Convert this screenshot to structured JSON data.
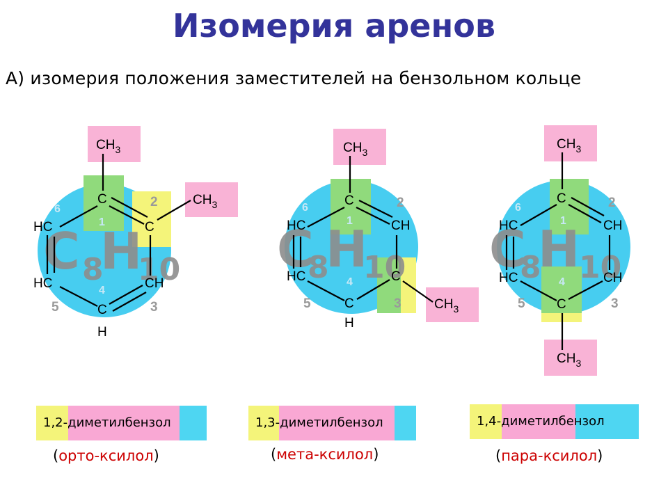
{
  "title": "Изомерия аренов",
  "subtitle": "А) изомерия положения заместителей на бензольном кольце",
  "atoms": {
    "c": "C",
    "hc": "HC",
    "ch": "CH",
    "h": "H",
    "ch3_main": "CH",
    "ch3_sub": "3"
  },
  "formula": {
    "c": "C",
    "c_sub": "8",
    "h": "H",
    "h_sub": "10"
  },
  "ring_numbers": [
    "1",
    "2",
    "3",
    "4",
    "5",
    "6"
  ],
  "isomers": [
    {
      "name": "1,2-диметилбензол",
      "open": "(",
      "trivial": "орто-ксилол",
      "close": ")"
    },
    {
      "name": "1,3-диметилбензол",
      "open": "(",
      "trivial": "мета-ксилол",
      "close": ")"
    },
    {
      "name": "1,4-диметилбензол",
      "open": "(",
      "trivial": "пара-ксилол",
      "close": ")"
    }
  ],
  "colors": {
    "title": "#33339a",
    "ring_circle": "#47cdf0",
    "highlight_yellow": "#f4f47a",
    "highlight_green": "#90da7c",
    "methyl_box": "#f9b3d6",
    "name_pink": "#f9a8d4",
    "name_cyan": "#4ed6f2",
    "trivial_name": "#cc0000"
  }
}
